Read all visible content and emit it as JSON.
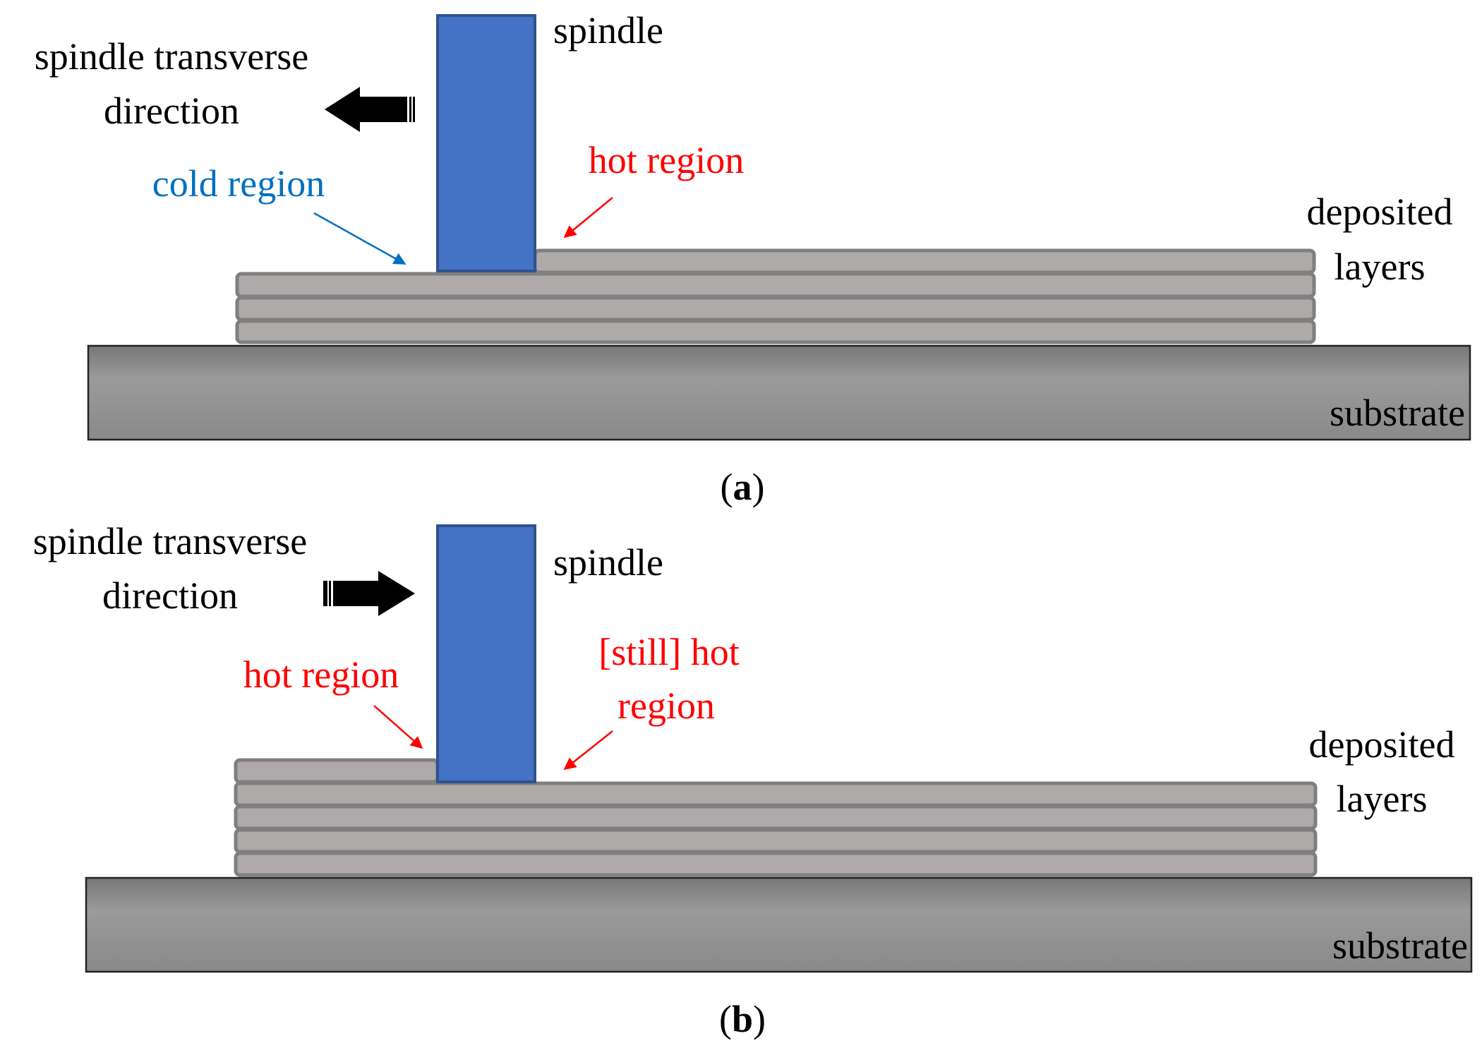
{
  "panels": [
    {
      "id": "a",
      "caption_letter": "a",
      "direction": "left",
      "labels": {
        "spindle": "spindle",
        "direction_line1": "spindle transverse",
        "direction_line2": "direction",
        "left_region": "cold region",
        "right_region_line1": "hot region",
        "right_region_line2": "",
        "layers_line1": "deposited",
        "layers_line2": "layers",
        "substrate": "substrate"
      }
    },
    {
      "id": "b",
      "caption_letter": "b",
      "direction": "right",
      "labels": {
        "spindle": "spindle",
        "direction_line1": "spindle transverse",
        "direction_line2": "direction",
        "left_region": "hot region",
        "right_region_line1": "[still] hot",
        "right_region_line2": "region",
        "layers_line1": "deposited",
        "layers_line2": "layers",
        "substrate": "substrate"
      }
    }
  ],
  "colors": {
    "spindle": "#4472c4",
    "layer": "#aeaaa9",
    "hot": "#ff0000",
    "cold": "#0070c0",
    "substrate": "#8c8c8c",
    "arrow": "#000000"
  },
  "icons": {
    "direction_arrow": "thick-arrow-icon",
    "pointer_arrow": "thin-arrow-icon"
  }
}
